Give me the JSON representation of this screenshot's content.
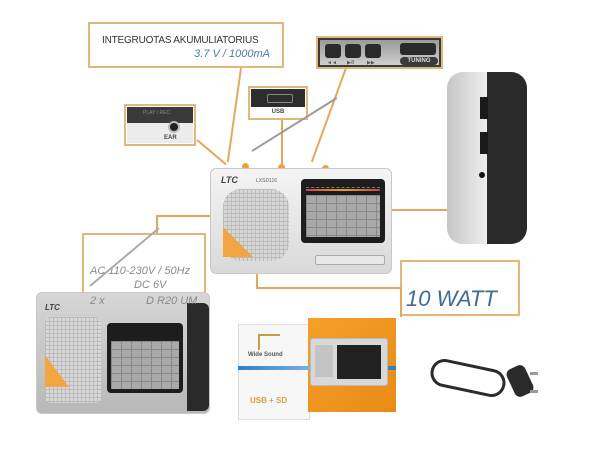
{
  "battery_callout": {
    "title": "INTEGRUOTAS AKUMULIATORIUS",
    "spec": "3.7 V / 1000mA"
  },
  "controls_callout": {
    "buttons": [
      "◄◄",
      "▶/‖",
      "▶▶"
    ],
    "label": "TUNING"
  },
  "usb_callout": {
    "label": "USB"
  },
  "earphone_callout": {
    "top_label": "PLAY / REC",
    "label": "EAR"
  },
  "power_callout": {
    "ac": "AC 110-230V / 50Hz",
    "dc": "DC 6V",
    "qty": "2 x",
    "battery_type": "D R20 UM"
  },
  "power_output_callout": {
    "label": "10 WATT"
  },
  "radio_front": {
    "brand": "LTC",
    "model": "LXSD116"
  },
  "gift_box": {
    "brand": "Wide Sound",
    "features": "USB + SD"
  },
  "colors": {
    "callout_border": "#e3b77a",
    "accent_orange": "#f0a13a",
    "spec_blue": "#4c7ca8"
  }
}
